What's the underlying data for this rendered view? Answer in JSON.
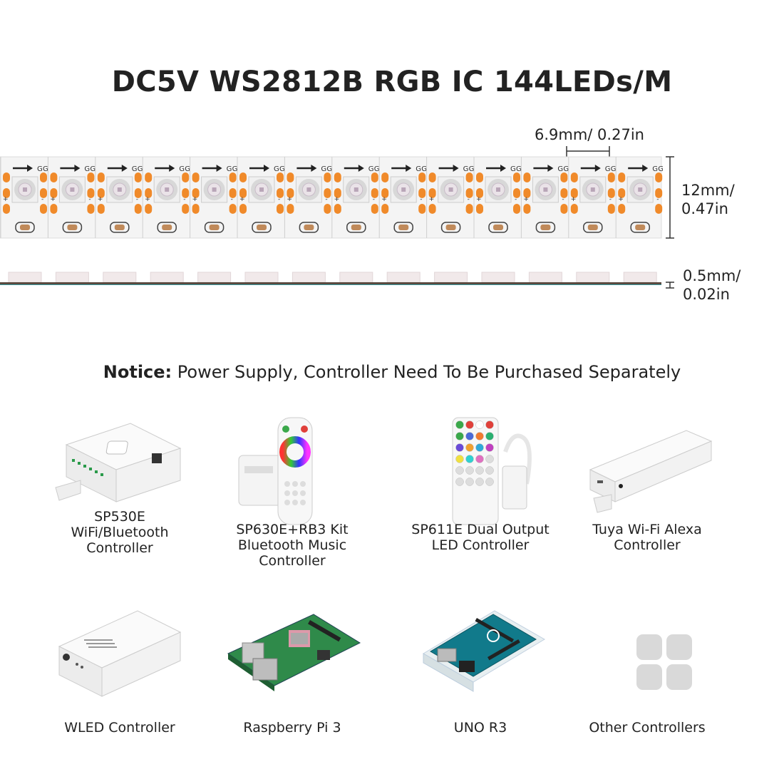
{
  "title": "DC5V WS2812B RGB IC 144LEDs/M",
  "dimensions": {
    "pitch": "6.9mm/ 0.27in",
    "width_line1": "12mm/",
    "width_line2": "0.47in",
    "thickness_line1": "0.5mm/",
    "thickness_line2": "0.02in"
  },
  "strip": {
    "pad_labels": [
      "G",
      "G"
    ],
    "plus": "+",
    "minus": "-"
  },
  "notice": {
    "label": "Notice:",
    "text": " Power Supply, Controller Need To Be Purchased Separately"
  },
  "products": [
    {
      "lines": [
        "SP530E",
        "WiFi/Bluetooth",
        "Controller"
      ],
      "icon": "sp530e-controller-icon"
    },
    {
      "lines": [
        "SP630E+RB3 Kit",
        "Bluetooth Music",
        "Controller"
      ],
      "icon": "sp630e-remote-kit-icon"
    },
    {
      "lines": [
        "SP611E Dual Output",
        "LED Controller"
      ],
      "icon": "sp611e-remote-icon"
    },
    {
      "lines": [
        "Tuya Wi-Fi Alexa",
        "Controller"
      ],
      "icon": "tuya-controller-icon"
    },
    {
      "lines": [
        "WLED Controller"
      ],
      "icon": "wled-controller-icon"
    },
    {
      "lines": [
        "Raspberry Pi 3"
      ],
      "icon": "raspberry-pi-icon"
    },
    {
      "lines": [
        "UNO R3"
      ],
      "icon": "arduino-uno-icon"
    },
    {
      "lines": [
        "Other Controllers"
      ],
      "icon": "other-controllers-icon"
    }
  ],
  "colors": {
    "pcb": "#f4f4f4",
    "pad": "#f08a2a",
    "led_ring": "#d8d8d8",
    "arduino": "#117a8b",
    "raspberry": "#2f8a4a",
    "tile": "#d9d9d9"
  }
}
